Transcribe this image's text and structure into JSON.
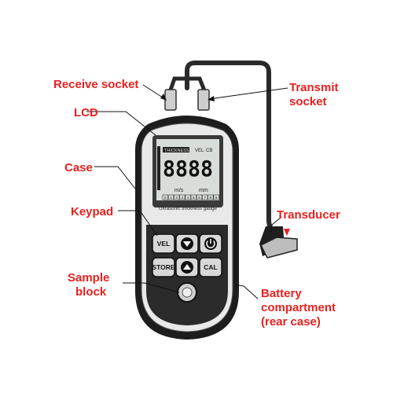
{
  "callouts": {
    "receive_socket": "Receive socket",
    "lcd": "LCD",
    "case": "Case",
    "keypad": "Keypad",
    "sample_block_1": "Sample",
    "sample_block_2": "block",
    "transmit_1": "Transmit",
    "transmit_2": "socket",
    "transducer": "Transducer",
    "battery_1": "Battery",
    "battery_2": "compartment",
    "battery_3": "(rear case)"
  },
  "lcd": {
    "mode_label": "THICKNESS",
    "vel_label": "VEL",
    "cal_label": "CB",
    "digits": "8888",
    "unit_ms": "m/s",
    "unit_mm": "mm",
    "digit_row": [
      "0",
      "1",
      "2",
      "3",
      "4",
      "5",
      "6",
      "7",
      "8",
      "9"
    ]
  },
  "device_label": "Ultrasonic thickness gauge",
  "keys": {
    "vel": "VEL",
    "store": "STORE",
    "cal": "CAL"
  },
  "colors": {
    "callout_red": "#e8211f",
    "cable": "#2a2a2a",
    "lcd_bg": "#d9ddd9",
    "case_outer": "#1d1d1d"
  }
}
